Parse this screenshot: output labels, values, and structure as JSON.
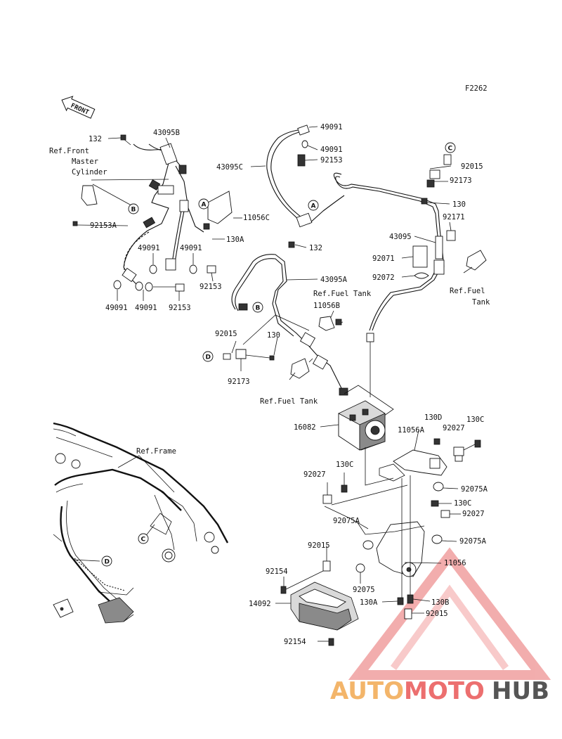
{
  "figure_code": "F2262",
  "front_arrow_label": "FRONT",
  "labels": [
    {
      "id": "l1",
      "text": "132"
    },
    {
      "id": "l2",
      "text": "43095B"
    },
    {
      "id": "l3",
      "text": "Ref.Front"
    },
    {
      "id": "l4",
      "text": "Master"
    },
    {
      "id": "l5",
      "text": "Cylinder"
    },
    {
      "id": "l6",
      "text": "92153A"
    },
    {
      "id": "l7",
      "text": "11056C"
    },
    {
      "id": "l8",
      "text": "130A"
    },
    {
      "id": "l9",
      "text": "49091"
    },
    {
      "id": "l10",
      "text": "49091"
    },
    {
      "id": "l11",
      "text": "92153"
    },
    {
      "id": "l12",
      "text": "49091"
    },
    {
      "id": "l13",
      "text": "49091"
    },
    {
      "id": "l14",
      "text": "92153"
    },
    {
      "id": "l15",
      "text": "49091"
    },
    {
      "id": "l16",
      "text": "43095C"
    },
    {
      "id": "l17",
      "text": "49091"
    },
    {
      "id": "l18",
      "text": "92153"
    },
    {
      "id": "l19",
      "text": "132"
    },
    {
      "id": "l20",
      "text": "43095A"
    },
    {
      "id": "l21",
      "text": "Ref.Fuel Tank"
    },
    {
      "id": "l22",
      "text": "11056B"
    },
    {
      "id": "l23",
      "text": "92015"
    },
    {
      "id": "l24",
      "text": "130"
    },
    {
      "id": "l25",
      "text": "92173"
    },
    {
      "id": "l26",
      "text": "Ref.Fuel Tank"
    },
    {
      "id": "l27",
      "text": "92015"
    },
    {
      "id": "l28",
      "text": "92173"
    },
    {
      "id": "l29",
      "text": "130"
    },
    {
      "id": "l30",
      "text": "92171"
    },
    {
      "id": "l31",
      "text": "43095"
    },
    {
      "id": "l32",
      "text": "92071"
    },
    {
      "id": "l33",
      "text": "92072"
    },
    {
      "id": "l34",
      "text": "Ref.Fuel"
    },
    {
      "id": "l35",
      "text": "Tank"
    },
    {
      "id": "l36",
      "text": "16082"
    },
    {
      "id": "l37",
      "text": "11056A"
    },
    {
      "id": "l38",
      "text": "130D"
    },
    {
      "id": "l39",
      "text": "92027"
    },
    {
      "id": "l40",
      "text": "130C"
    },
    {
      "id": "l41",
      "text": "Ref.Frame"
    },
    {
      "id": "l42",
      "text": "130C"
    },
    {
      "id": "l43",
      "text": "92027"
    },
    {
      "id": "l44",
      "text": "92075A"
    },
    {
      "id": "l45",
      "text": "130C"
    },
    {
      "id": "l46",
      "text": "92027"
    },
    {
      "id": "l47",
      "text": "92075A"
    },
    {
      "id": "l48",
      "text": "92075A"
    },
    {
      "id": "l49",
      "text": "92015"
    },
    {
      "id": "l50",
      "text": "11056"
    },
    {
      "id": "l51",
      "text": "92154"
    },
    {
      "id": "l52",
      "text": "92075"
    },
    {
      "id": "l53",
      "text": "14092"
    },
    {
      "id": "l54",
      "text": "130A"
    },
    {
      "id": "l55",
      "text": "130B"
    },
    {
      "id": "l56",
      "text": "92015"
    },
    {
      "id": "l57",
      "text": "92154"
    }
  ],
  "markers": [
    {
      "id": "m1",
      "text": "B"
    },
    {
      "id": "m2",
      "text": "A"
    },
    {
      "id": "m3",
      "text": "A"
    },
    {
      "id": "m4",
      "text": "C"
    },
    {
      "id": "m5",
      "text": "B"
    },
    {
      "id": "m6",
      "text": "D"
    },
    {
      "id": "m7",
      "text": "C"
    },
    {
      "id": "m8",
      "text": "D"
    }
  ],
  "watermark": {
    "part1": "AUTO",
    "part2": "MOTO",
    "part3": "HUB"
  }
}
